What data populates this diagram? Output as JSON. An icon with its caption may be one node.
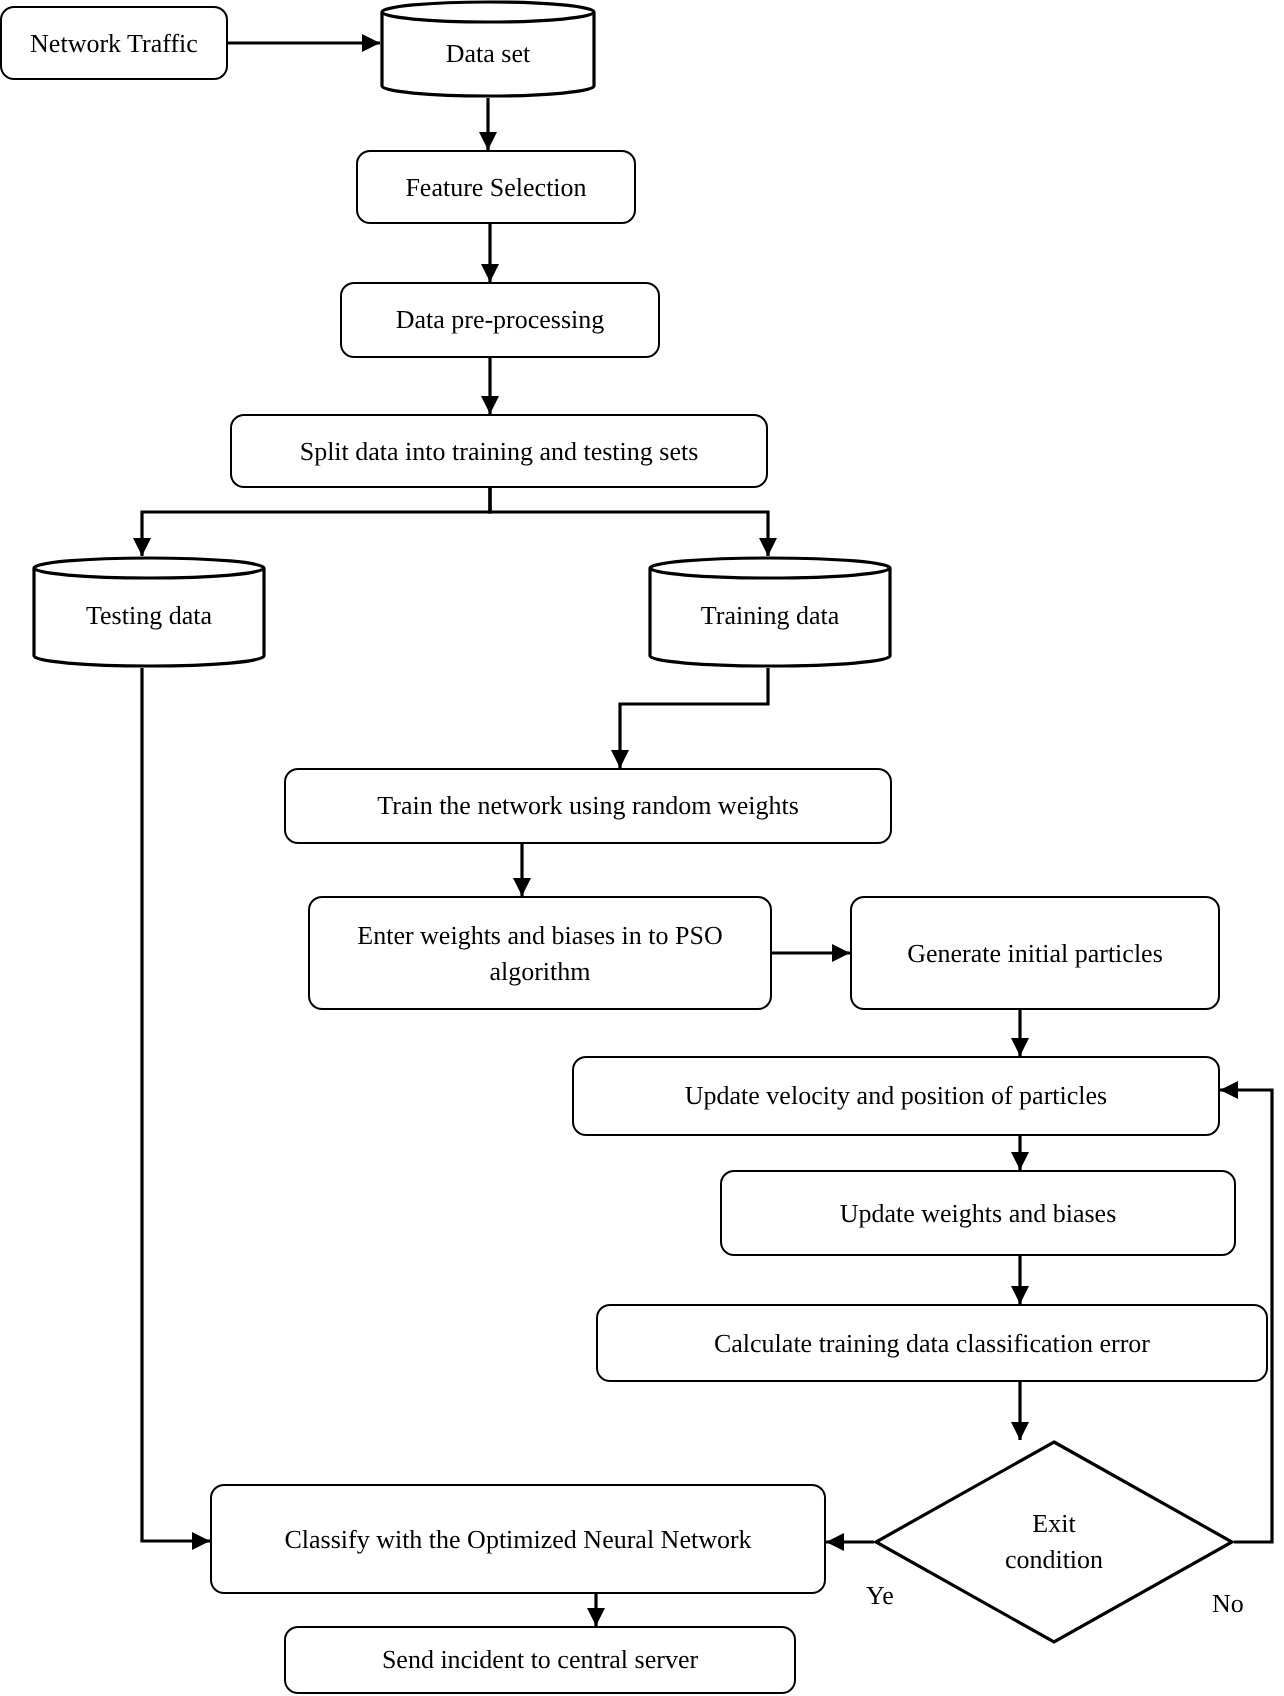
{
  "diagram": {
    "nodes": [
      {
        "text": [
          "Network Traffic"
        ]
      },
      {
        "text": [
          "Data set"
        ]
      },
      {
        "text": [
          "Feature Selection"
        ]
      },
      {
        "text": [
          "Data pre-processing"
        ]
      },
      {
        "text": [
          "Split data into training and testing sets"
        ]
      },
      {
        "text": [
          "Testing data"
        ]
      },
      {
        "text": [
          "Training data"
        ]
      },
      {
        "text": [
          "Train the network using random weights"
        ]
      },
      {
        "text": [
          "Enter weights and biases in to PSO algorithm"
        ]
      },
      {
        "text": [
          "Generate initial particles"
        ]
      },
      {
        "text": [
          "Update velocity and position of particles"
        ]
      },
      {
        "text": [
          "Update weights and biases"
        ]
      },
      {
        "text": [
          "Calculate training data classification error"
        ]
      },
      {
        "text": [
          "Exit condition"
        ]
      },
      {
        "text": [
          "Classify with the Optimized Neural Network"
        ]
      },
      {
        "text": [
          "Send incident to central server"
        ]
      }
    ],
    "edges": [
      {
        "from": 0,
        "to": 1,
        "arrow": "to"
      },
      {
        "from": 1,
        "to": 2,
        "arrow": "to"
      },
      {
        "from": 2,
        "to": 3,
        "arrow": "to"
      },
      {
        "from": 3,
        "to": 4,
        "arrow": "to"
      },
      {
        "from": 4,
        "to": 5,
        "arrow": "to"
      },
      {
        "from": 4,
        "to": 6,
        "arrow": "to"
      },
      {
        "from": 6,
        "to": 7,
        "arrow": "to"
      },
      {
        "from": 7,
        "to": 8,
        "arrow": "to"
      },
      {
        "from": 8,
        "to": 9,
        "arrow": "to"
      },
      {
        "from": 9,
        "to": 10,
        "arrow": "to"
      },
      {
        "from": 10,
        "to": 11,
        "arrow": "to"
      },
      {
        "from": 11,
        "to": 12,
        "arrow": "to"
      },
      {
        "from": 12,
        "to": 13,
        "arrow": "to"
      },
      {
        "from": 13,
        "to": 14,
        "arrow": "to",
        "label": "Ye"
      },
      {
        "from": 13,
        "to": 10,
        "arrow": "to",
        "label": "No"
      },
      {
        "from": 5,
        "to": 14,
        "arrow": "to"
      },
      {
        "from": 14,
        "to": 15,
        "arrow": "to"
      }
    ]
  }
}
